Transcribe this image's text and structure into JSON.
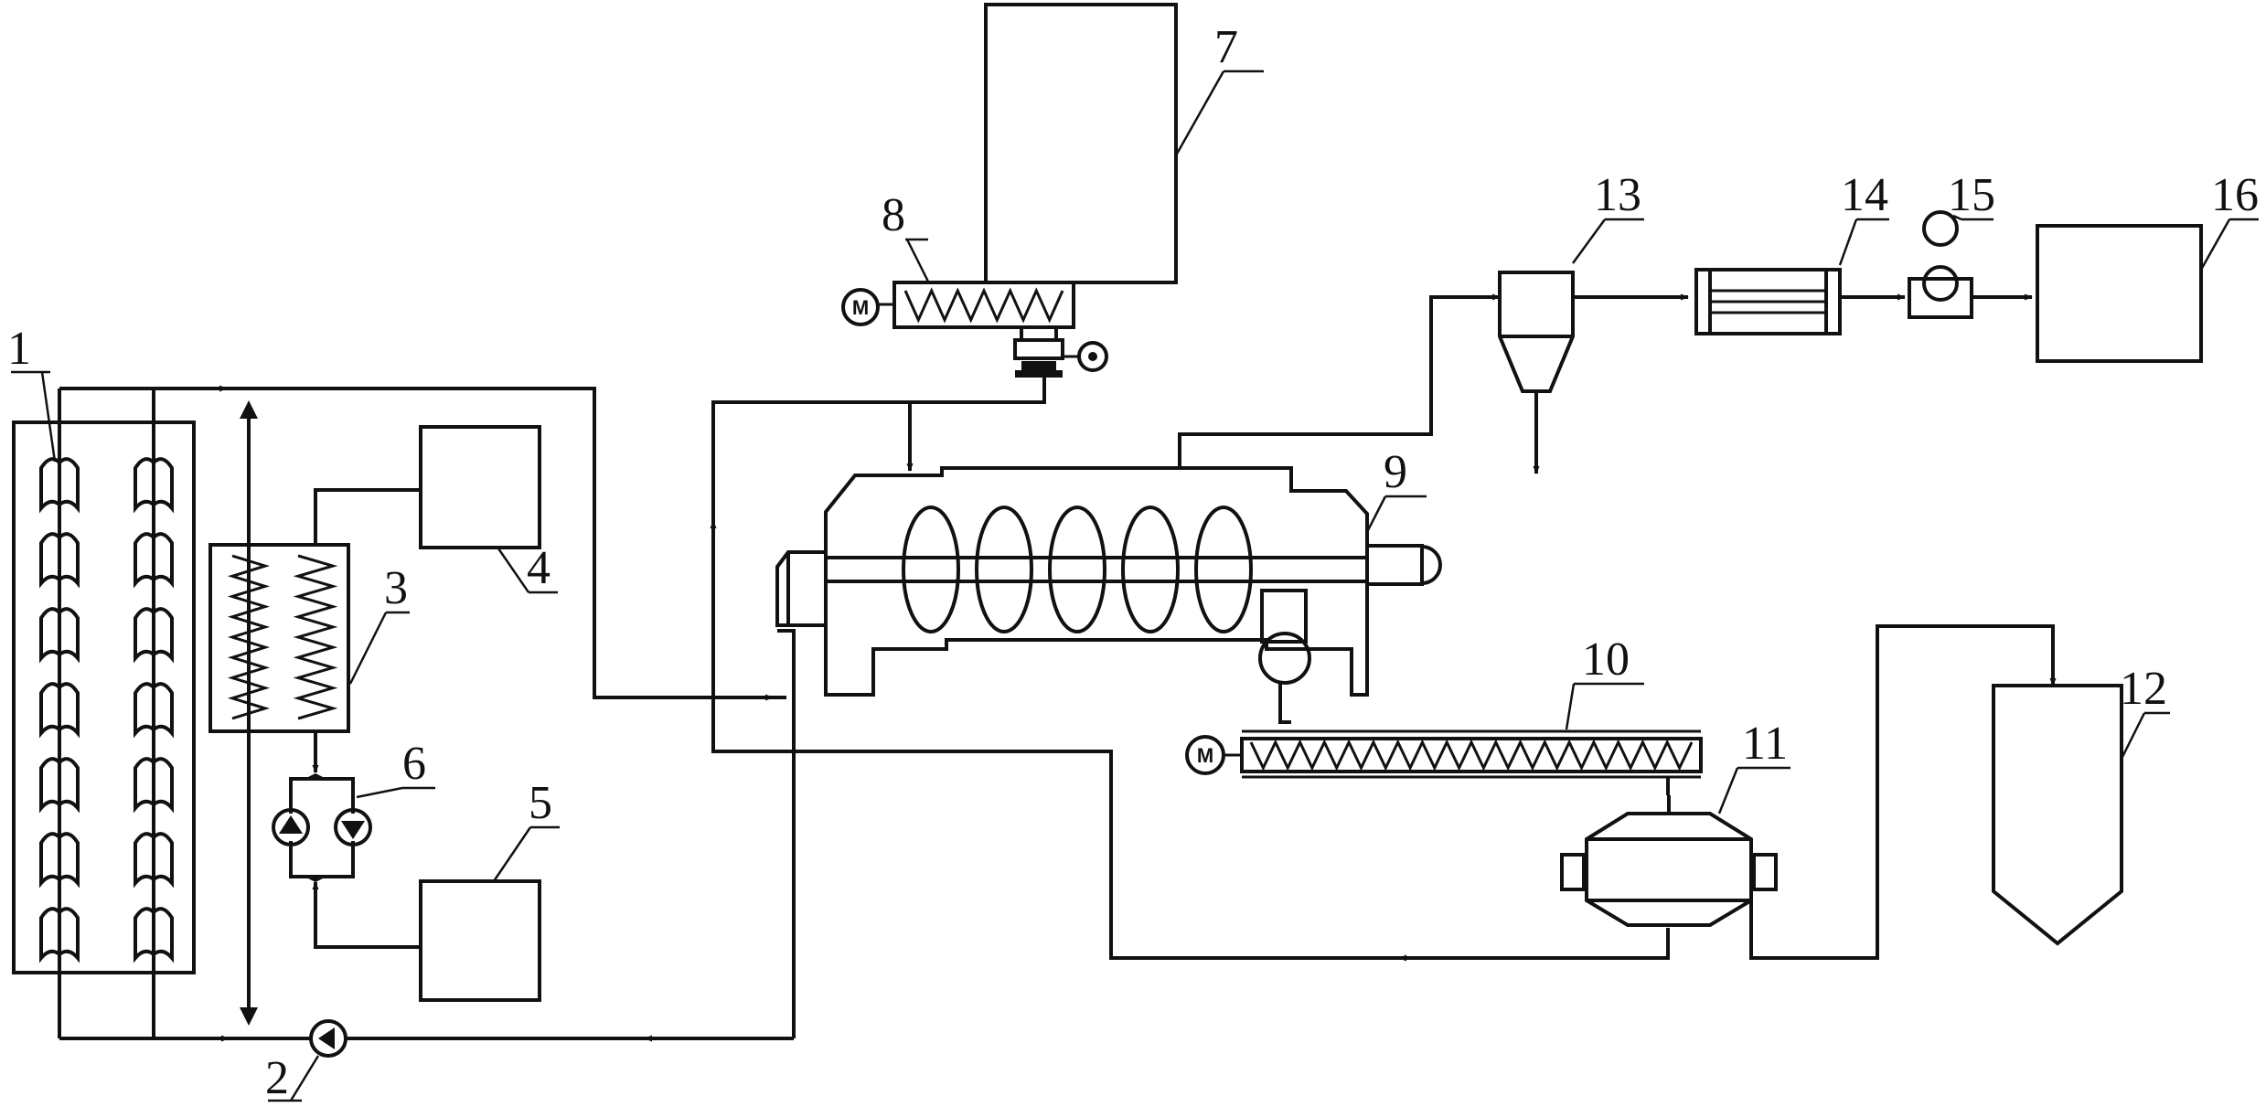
{
  "labels": {
    "l1": "1",
    "l2": "2",
    "l3": "3",
    "l4": "4",
    "l5": "5",
    "l6": "6",
    "l7": "7",
    "l8": "8",
    "l9": "9",
    "l10": "10",
    "l11": "11",
    "l12": "12",
    "l13": "13",
    "l14": "14",
    "l15": "15",
    "l16": "16"
  },
  "motor_labels": {
    "motor_8": "M",
    "motor_10": "M"
  },
  "colors": {
    "line": "#111111",
    "background": "#ffffff"
  }
}
